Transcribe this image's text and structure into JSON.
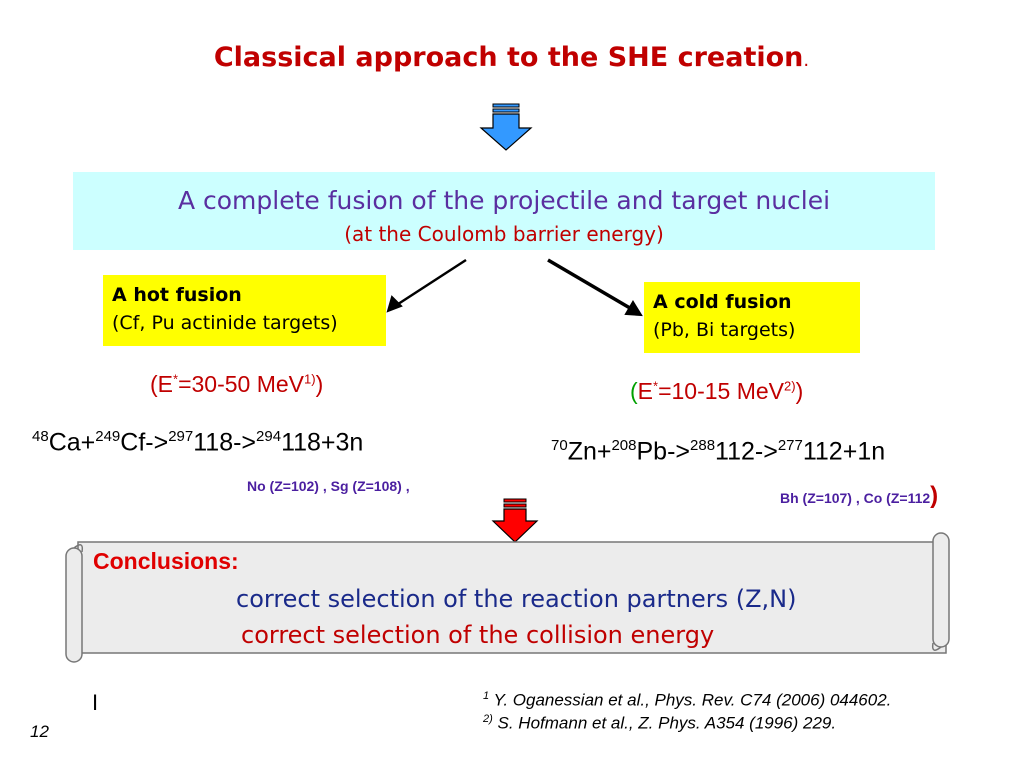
{
  "title": {
    "text": "Classical approach to the SHE creation",
    "dot": "."
  },
  "main_box": {
    "line1": "A complete fusion of the projectile and target nuclei",
    "line2": "(at the Coulomb barrier energy)"
  },
  "hot_fusion": {
    "title": "A hot fusion",
    "subtitle": "(Cf, Pu actinide targets)"
  },
  "cold_fusion": {
    "title": "A cold fusion",
    "subtitle": "(Pb, Bi targets)"
  },
  "hot_energy": {
    "open": "(E",
    "star": "*",
    "value": "=30-50 MeV",
    "ref": "1)",
    "close": ")"
  },
  "cold_energy": {
    "open": "(",
    "e": "E",
    "star": "*",
    "value": "=10-15 MeV",
    "ref": "2)",
    "close": ")"
  },
  "hot_reaction": {
    "m1": "48",
    "e1": "Ca+",
    "m2": "249",
    "e2": "Cf->",
    "m3": "297",
    "e3": "118->",
    "m4": "294",
    "e4": "118+3n"
  },
  "cold_reaction": {
    "m1": "70",
    "e1": "Zn+",
    "m2": "208",
    "e2": "Pb->",
    "m3": "288",
    "e3": "112->",
    "m4": "277",
    "e4": "112+1n"
  },
  "hot_note": "No (Z=102) , Sg  (Z=108) ,",
  "cold_note": {
    "text": "Bh (Z=107) , Co  (Z=112",
    "paren": ")"
  },
  "conclusions": {
    "title": "Conclusions:",
    "line1": "correct selection of the reaction partners (Z,N)",
    "line2": "correct selection of the collision energy"
  },
  "references": [
    {
      "num": "1",
      "text": " Y. Oganessian et al., Phys. Rev.  C74 (2006) 044602."
    },
    {
      "num": "2)",
      "text": " S. Hofmann et al., Z. Phys. A354 (1996) 229."
    }
  ],
  "cursor_mark": "I",
  "page_number": "12",
  "colors": {
    "title_red": "#c00000",
    "main_box_bg": "#ccffff",
    "yellow_box": "#ffff00",
    "arrow_blue": "#3399ff",
    "arrow_red": "#ff0000",
    "scroll_bg": "#ececec",
    "green": "#00a000"
  },
  "icons": [
    "down-arrow-icon",
    "diagonal-arrow-icon",
    "scroll-banner-icon"
  ]
}
